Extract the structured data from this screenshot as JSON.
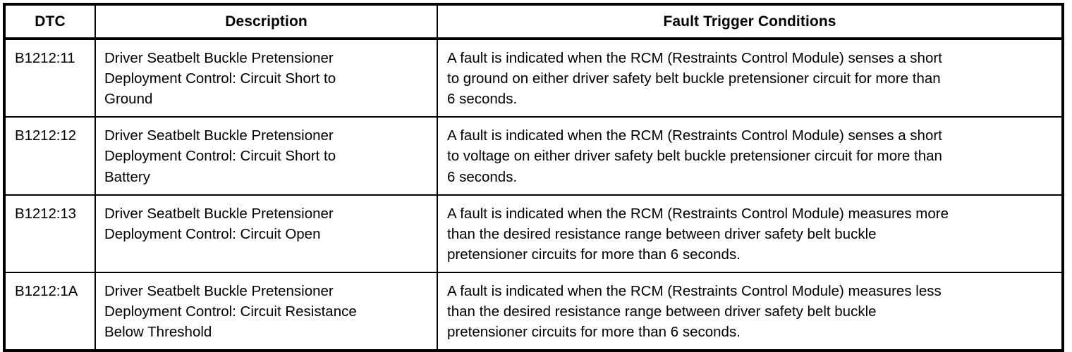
{
  "table": {
    "columns": [
      {
        "key": "dtc",
        "header": "DTC"
      },
      {
        "key": "desc",
        "header": "Description"
      },
      {
        "key": "fault",
        "header": "Fault Trigger Conditions"
      }
    ],
    "rows": [
      {
        "dtc": "B1212:11",
        "desc": "Driver Seatbelt Buckle Pretensioner\nDeployment Control: Circuit Short to\nGround",
        "fault": "A fault is indicated when the RCM (Restraints Control Module) senses a short\nto ground on either driver safety belt buckle pretensioner circuit for more than\n6 seconds."
      },
      {
        "dtc": "B1212:12",
        "desc": "Driver Seatbelt Buckle Pretensioner\nDeployment Control: Circuit Short to\nBattery",
        "fault": "A fault is indicated when the RCM (Restraints Control Module) senses a short\nto voltage on either driver safety belt buckle pretensioner circuit for more than\n6 seconds."
      },
      {
        "dtc": "B1212:13",
        "desc": "Driver Seatbelt Buckle Pretensioner\nDeployment Control: Circuit Open",
        "fault": "A fault is indicated when the RCM (Restraints Control Module) measures more\nthan the desired resistance range between driver safety belt buckle\npretensioner circuits for more than 6 seconds."
      },
      {
        "dtc": "B1212:1A",
        "desc": "Driver Seatbelt Buckle Pretensioner\nDeployment Control: Circuit Resistance\nBelow Threshold",
        "fault": "A fault is indicated when the RCM (Restraints Control Module) measures less\nthan the desired resistance range between driver safety belt buckle\npretensioner circuits for more than 6 seconds."
      }
    ]
  },
  "style": {
    "border_color": "#000000",
    "background_color": "#ffffff",
    "text_color": "#000000"
  }
}
